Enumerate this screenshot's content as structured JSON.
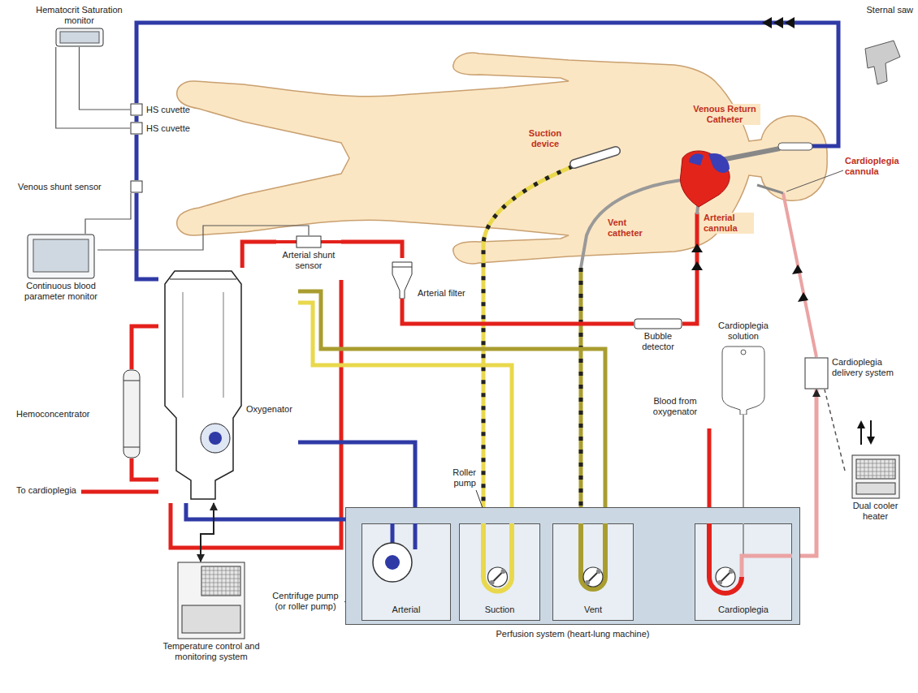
{
  "diagram": {
    "nodes": [
      {
        "text": [
          "Hematocrit Saturation monitor"
        ]
      },
      {
        "text": [
          "HS cuvette"
        ]
      },
      {
        "text": [
          "HS cuvette"
        ]
      },
      {
        "text": [
          "Venous shunt sensor"
        ]
      },
      {
        "text": [
          "Continuous blood parameter monitor"
        ]
      },
      {
        "text": [
          "Arterial shunt sensor"
        ]
      },
      {
        "text": [
          "Arterial filter"
        ]
      },
      {
        "text": [
          "Hemoconcentrator"
        ]
      },
      {
        "text": [
          "Oxygenator"
        ]
      },
      {
        "text": [
          "Bubble detector"
        ]
      },
      {
        "text": [
          "Cardioplegia solution"
        ]
      },
      {
        "text": [
          "Cardioplegia delivery system"
        ]
      },
      {
        "text": [
          "Dual cooler heater"
        ]
      },
      {
        "text": [
          "Temperature control and monitoring system"
        ]
      },
      {
        "text": [
          "Perfusion system (heart-lung machine)"
        ]
      },
      {
        "text": [
          "Arterial"
        ],
        "in": 14
      },
      {
        "text": [
          "Suction"
        ],
        "in": 14
      },
      {
        "text": [
          "Vent"
        ],
        "in": 14
      },
      {
        "text": [
          "Cardioplegia"
        ],
        "in": 14
      }
    ],
    "edges": [
      {
        "from": 0,
        "to": 1,
        "arrow": "none"
      },
      {
        "from": 0,
        "to": 2,
        "arrow": "none"
      },
      {
        "from": 1,
        "to": 2,
        "arrow": "none"
      },
      {
        "from": 2,
        "to": 3,
        "arrow": "none"
      },
      {
        "from": 3,
        "to": 8,
        "arrow": "none"
      },
      {
        "from": 4,
        "to": 3,
        "arrow": "none"
      },
      {
        "from": 4,
        "to": 5,
        "arrow": "none"
      },
      {
        "from": 8,
        "to": 5,
        "arrow": "none"
      },
      {
        "from": 5,
        "to": 6,
        "arrow": "none"
      },
      {
        "from": 6,
        "to": 9,
        "arrow": "none"
      },
      {
        "from": 8,
        "to": 7,
        "arrow": "none"
      },
      {
        "from": 7,
        "to": 8,
        "arrow": "none"
      },
      {
        "from": 8,
        "to": 15,
        "arrow": "none"
      },
      {
        "from": 15,
        "to": 8,
        "arrow": "none"
      },
      {
        "from": 16,
        "to": 8,
        "arrow": "none"
      },
      {
        "from": 17,
        "to": 8,
        "arrow": "none"
      },
      {
        "from": 10,
        "to": 18,
        "arrow": "none"
      },
      {
        "from": 18,
        "to": 11,
        "arrow": "to"
      },
      {
        "from": 12,
        "to": 11,
        "arrow": "none"
      },
      {
        "from": 13,
        "to": 8,
        "arrow": "both"
      }
    ],
    "labels": [
      "Sternal saw",
      "Venous Return Catheter",
      "Suction device",
      "Vent catheter",
      "Arterial cannula",
      "Cardioplegia cannula",
      "Blood from oxygenator",
      "To cardioplegia",
      "Roller pump",
      "Centrifuge pump (or roller pump)"
    ]
  }
}
